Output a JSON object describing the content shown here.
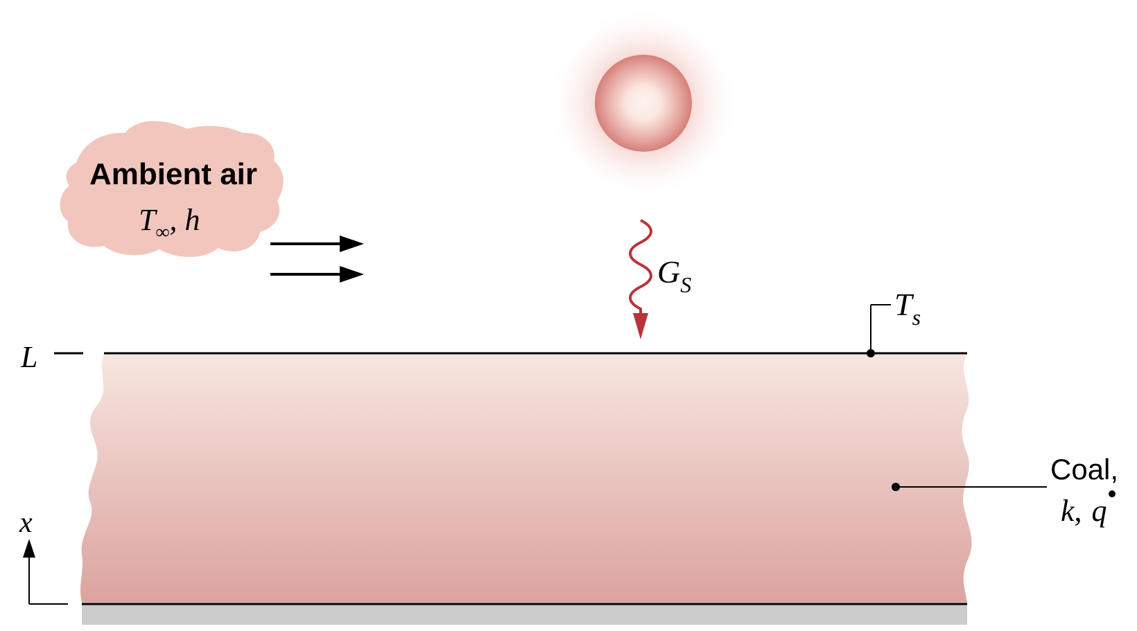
{
  "cloud": {
    "title": "Ambient air",
    "var_T": "T",
    "var_T_sub": "∞",
    "var_rest": ", h"
  },
  "radiation": {
    "symbol": "G",
    "subscript": "S"
  },
  "surface": {
    "symbol": "T",
    "subscript": "s"
  },
  "axis": {
    "top_mark": "L",
    "variable": "x"
  },
  "coal": {
    "name": "Coal,",
    "properties_k": "k",
    "properties_sep": ",",
    "properties_q": "q"
  },
  "colors": {
    "slab_top": "#f7e6e0",
    "slab_bottom": "#dba39e",
    "cloud_fill": "#f1c7bd",
    "sun_core": "#d67f79",
    "wavy_arrow": "#b8343c",
    "base": "#cccccc",
    "ink": "#000000"
  }
}
